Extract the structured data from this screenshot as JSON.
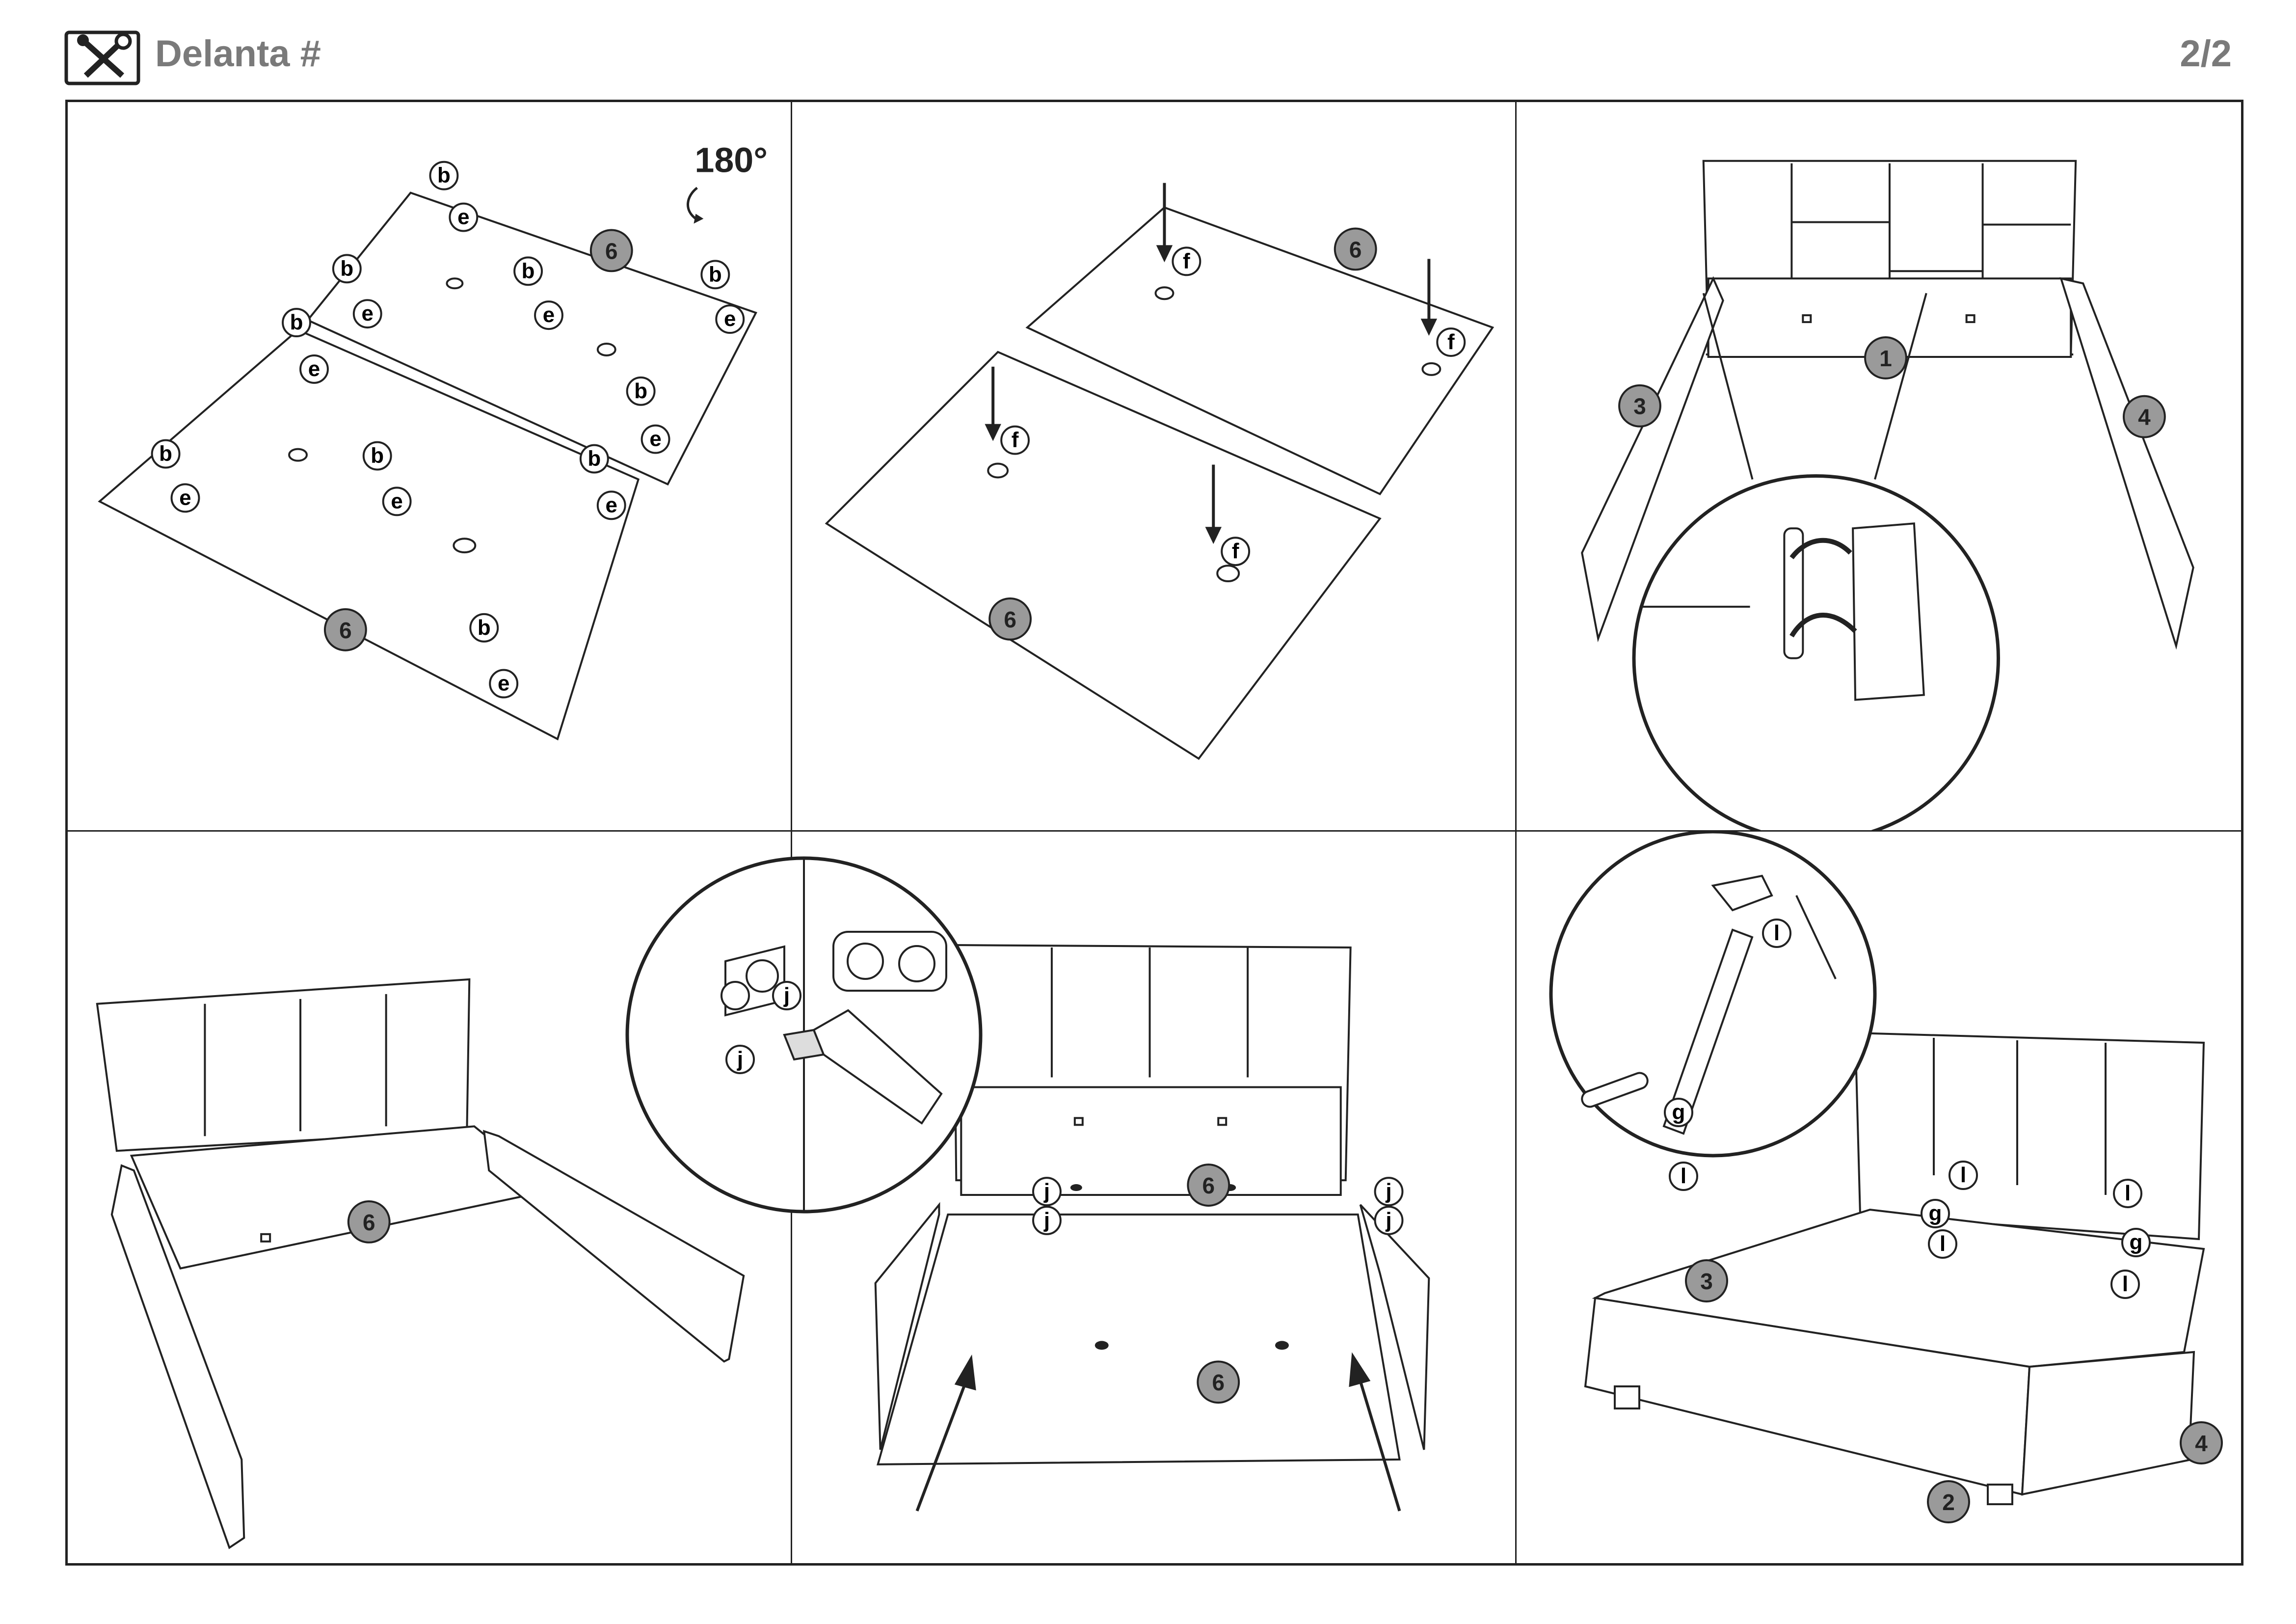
{
  "header": {
    "title": "Delanta #",
    "page": "2/2",
    "icon": "tools-icon"
  },
  "rotate_label": "180°",
  "parts": {
    "headboard": "1",
    "front_frame": "2",
    "side_left": "3",
    "side_right": "4",
    "slat_board": "6"
  },
  "hardware": {
    "b": "b",
    "e": "e",
    "f": "f",
    "g": "g",
    "j": "j",
    "l": "l"
  }
}
